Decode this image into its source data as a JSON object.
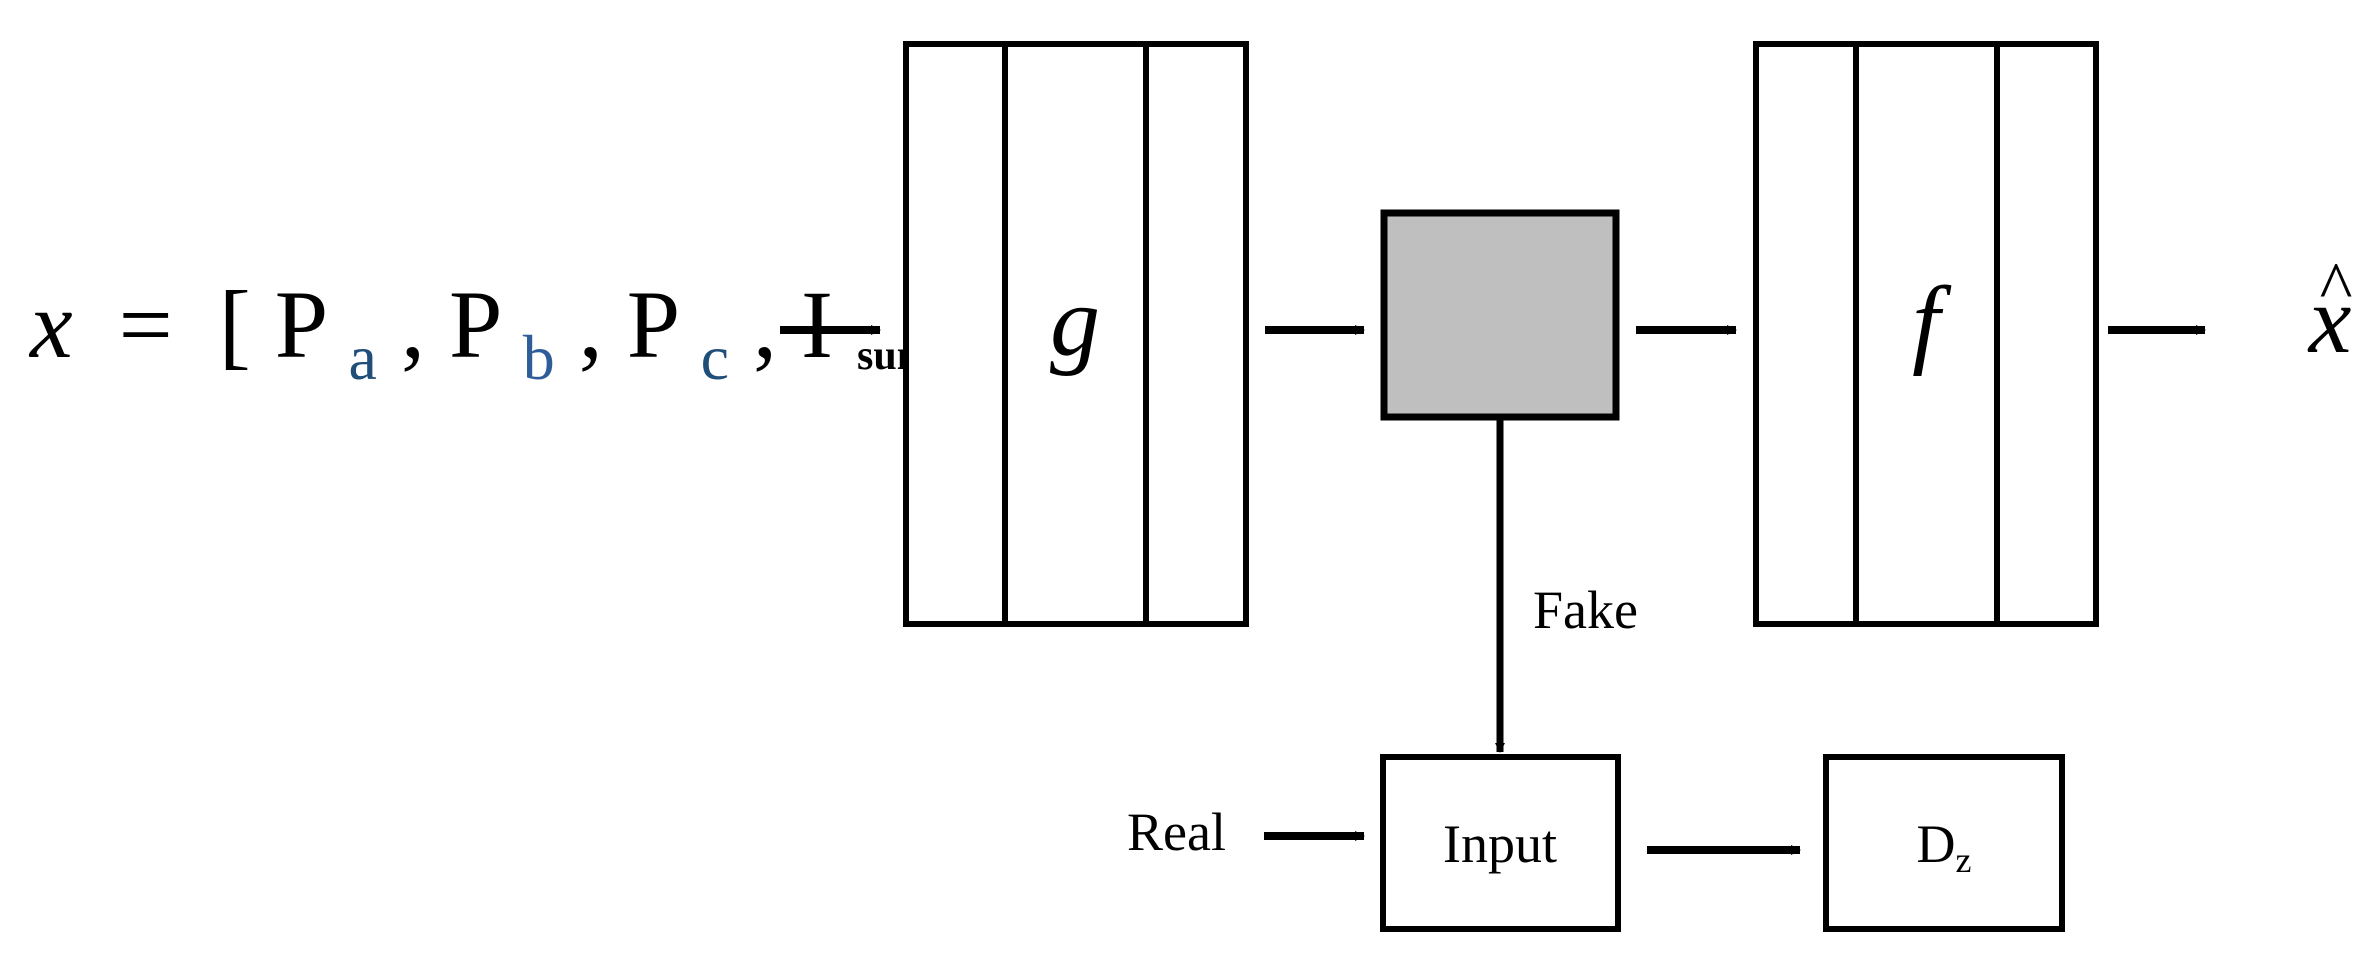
{
  "input_expression": {
    "variable": "x",
    "equals": "=",
    "open_bracket": "[",
    "close_bracket": "]",
    "separator": ",",
    "terms": [
      {
        "base": "P",
        "sub": "a"
      },
      {
        "base": "P",
        "sub": "b"
      },
      {
        "base": "P",
        "sub": "c"
      },
      {
        "base": "I",
        "sub": "sum"
      }
    ]
  },
  "encoder": {
    "label": "g"
  },
  "decoder": {
    "label": "f"
  },
  "output": {
    "label": "x",
    "accent": "^"
  },
  "fake_label": "Fake",
  "real_label": "Real",
  "input_box": {
    "label": "Input"
  },
  "discriminator": {
    "base": "D",
    "sub": "z"
  },
  "colors": {
    "stroke": "#000000",
    "latent_fill": "#bfbfbf",
    "subscript_a": "#1f4e79",
    "subscript_b": "#2e5d9a",
    "subscript_c": "#1f4e79",
    "background": "#ffffff"
  }
}
